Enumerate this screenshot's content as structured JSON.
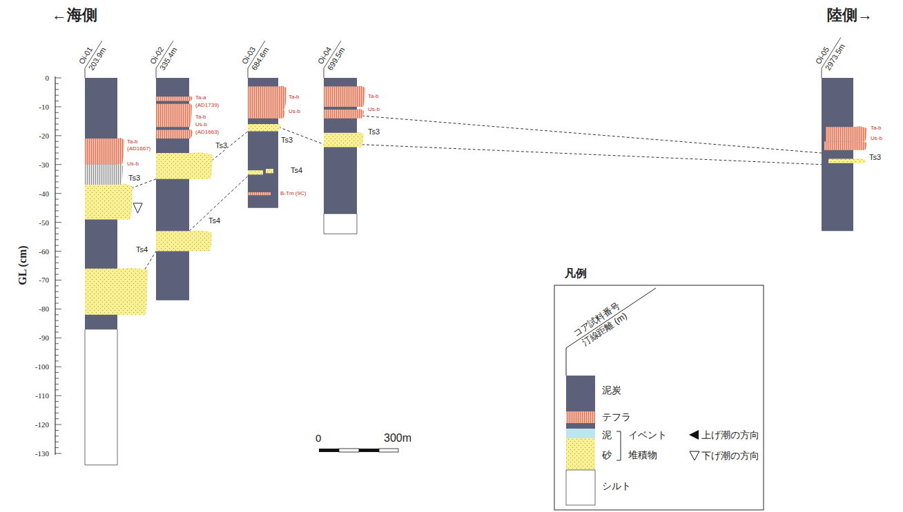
{
  "diagram": {
    "nodes": [
      {
        "text": [
          "Oi-01",
          "203.9m"
        ]
      },
      {
        "text": [
          "Oi-02",
          "335.4m"
        ]
      },
      {
        "text": [
          "Oi-03",
          "684.6m"
        ]
      },
      {
        "text": [
          "Oi-04",
          "699.5m"
        ]
      },
      {
        "text": [
          "Oi-05",
          "2973.5m"
        ]
      }
    ],
    "edges": [
      {
        "from": 0,
        "to": 1,
        "arrow": "none"
      },
      {
        "from": 0,
        "to": 1,
        "arrow": "none"
      },
      {
        "from": 1,
        "to": 2,
        "arrow": "none"
      },
      {
        "from": 1,
        "to": 2,
        "arrow": "none"
      },
      {
        "from": 2,
        "to": 3,
        "arrow": "none"
      },
      {
        "from": 3,
        "to": 4,
        "arrow": "none"
      },
      {
        "from": 3,
        "to": 4,
        "arrow": "none"
      }
    ],
    "labels": [
      "←海側",
      "陸側→",
      "GL (cm)",
      "0",
      "-10",
      "-20",
      "-30",
      "-40",
      "-50",
      "-60",
      "-70",
      "-80",
      "-90",
      "-100",
      "-110",
      "-120",
      "-130",
      "Ta-b",
      "(AD1667)",
      "Us-b",
      "Ts3",
      "Ts4",
      "Ta-a",
      "(AD1739)",
      "Ta-b",
      "Us-b",
      "(AD1663)",
      "Ts3",
      "Ts4",
      "Ta-b",
      "Us-b",
      "Ts3",
      "Ts4",
      "B-Tm (9C)",
      "Ta-b",
      "Us-b",
      "Ts3",
      "Ta-b",
      "Us-b",
      "Ts3",
      "0",
      "300m",
      "凡例",
      "コア試料番号",
      "汀線距離 (m)",
      "イベント 堆積物"
    ],
    "legend": [
      {
        "text": "泥炭",
        "color": "#5c6078"
      },
      {
        "text": "テフラ",
        "color": "#f4b8a2"
      },
      {
        "text": "泥",
        "color": "#bde5f0"
      },
      {
        "text": "上げ潮の方向"
      },
      {
        "text": "砂",
        "color": "#f8f093"
      },
      {
        "text": "下げ潮の方向"
      },
      {
        "text": "シルト",
        "color": "#ffffff"
      }
    ]
  }
}
